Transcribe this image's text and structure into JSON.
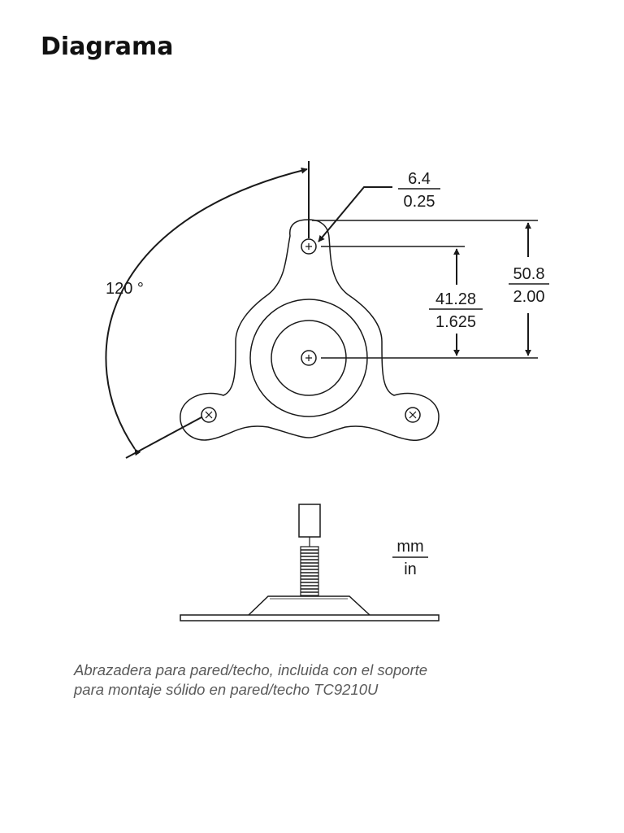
{
  "page": {
    "title": "Diagrama"
  },
  "diagram": {
    "angle_label": "120 °",
    "dim_hole": {
      "mm": "6.4",
      "in": "0.25"
    },
    "dim_inner": {
      "mm": "41.28",
      "in": "1.625"
    },
    "dim_outer": {
      "mm": "50.8",
      "in": "2.00"
    },
    "unit_key": {
      "top": "mm",
      "bottom": "in"
    }
  },
  "caption": {
    "line1": "Abrazadera para pared/techo, incluida con el soporte",
    "line2": "para montaje sólido en pared/techo TC9210U"
  },
  "colors": {
    "ink": "#1a1a1a",
    "caption": "#5a5a5a"
  }
}
